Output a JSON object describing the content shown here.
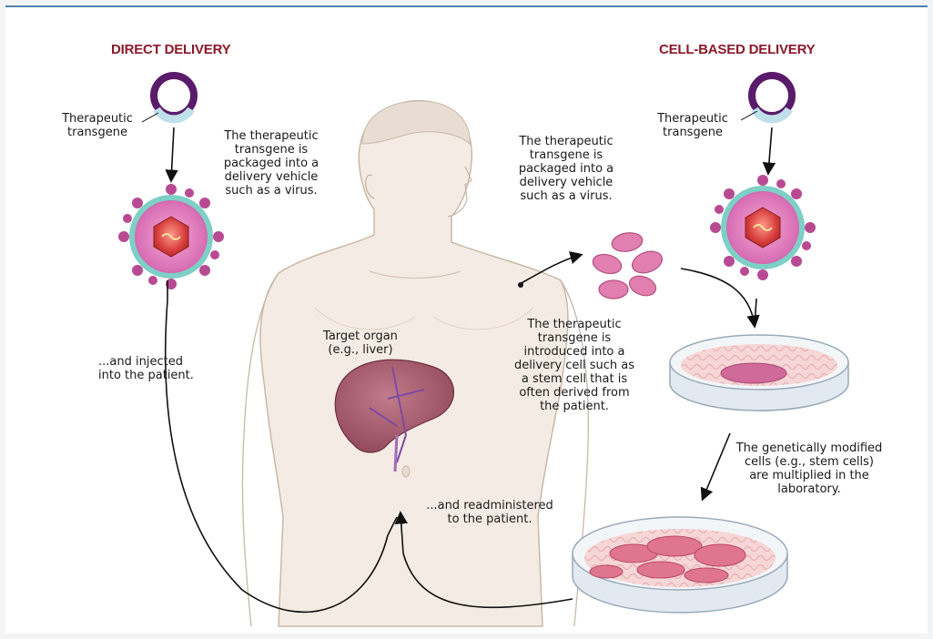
{
  "headings": {
    "direct": "DIRECT DELIVERY",
    "cell_based": "CELL-BASED DELIVERY"
  },
  "labels": {
    "transgene_left": "Therapeutic\ntransgene",
    "transgene_right": "Therapeutic\ntransgene",
    "packaged_left": "The therapeutic\ntransgene is\npackaged into a\ndelivery vehicle\nsuch as a virus.",
    "packaged_right": "The therapeutic\ntransgene is\npackaged into a\ndelivery vehicle\nsuch as a virus.",
    "injected": "...and injected\ninto the patient.",
    "target_organ": "Target organ\n(e.g., liver)",
    "introduced": "The therapeutic\ntransgene is\nintroduced into a\ndelivery cell such as\na stem cell that is\noften derived from\nthe patient.",
    "multiplied": "The genetically modified\ncells (e.g., stem cells)\nare multiplied in the\nlaboratory.",
    "readministered": "...and readministered\nto the patient."
  },
  "colors": {
    "heading": "#8b1a2b",
    "plasmid": "#5a1b6b",
    "transgene": "#bfe0ea",
    "virus_coat": "#e08ec9",
    "virus_ring": "#7ecfc6",
    "virus_core": "#c93a3a",
    "cell": "#e07fb0",
    "liver": "#a0566a",
    "dish": "#e8eef3",
    "skin": "#f4ece4"
  }
}
